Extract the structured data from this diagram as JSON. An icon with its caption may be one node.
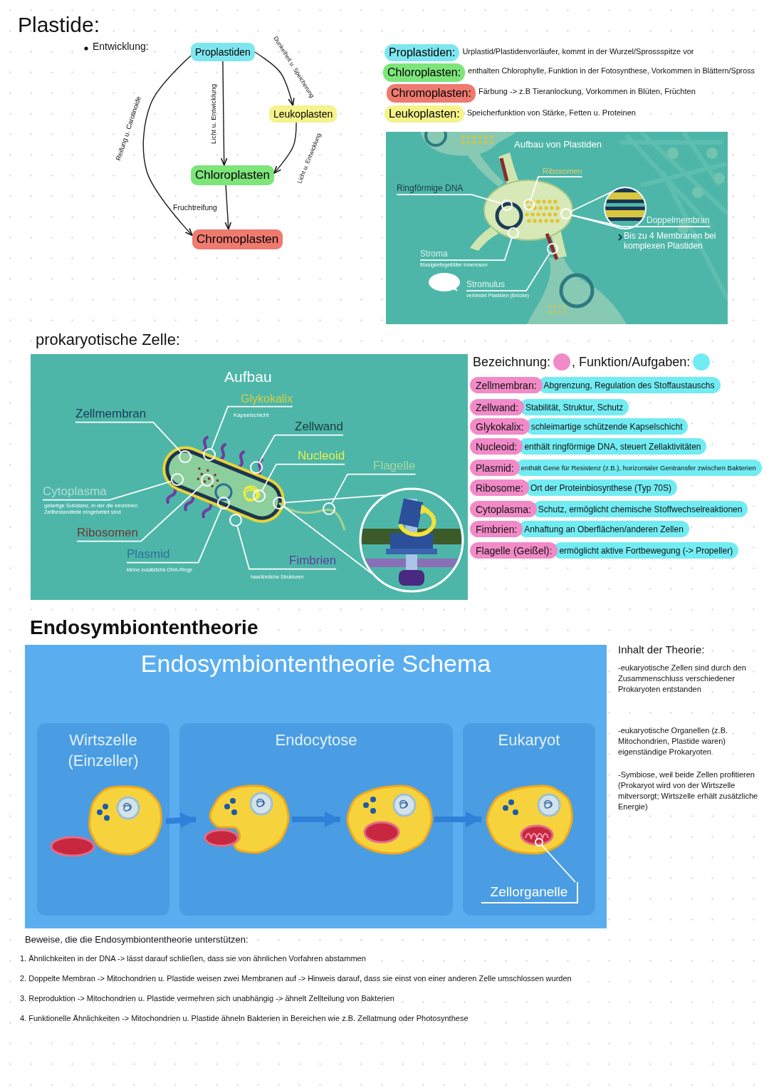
{
  "diagram": {
    "title": "Plastide:",
    "nodes": [
      {
        "text": [
          "Proplastiden"
        ]
      },
      {
        "text": [
          "Leukoplasten"
        ]
      },
      {
        "text": [
          "Chloroplasten"
        ]
      },
      {
        "text": [
          "Chromoplasten"
        ]
      },
      {
        "text": [
          "Proplastiden:"
        ],
        "beside": [
          "Urplastid/Plastidenvorläufer, kommt in der Wurzel/Sprossspitze vor"
        ]
      },
      {
        "text": [
          "Chloroplasten:"
        ],
        "beside": [
          "enthalten Chlorophylle, Funktion in der Fotosynthese, Vorkommen in Blättern/Spross"
        ]
      },
      {
        "text": [
          "Chromoplasten:"
        ],
        "beside": [
          "Färbung -> z.B Tieranlockung, Vorkommen in Blüten, Früchten"
        ]
      },
      {
        "text": [
          "Leukoplasten:"
        ],
        "beside": [
          "Speicherfunktion von Stärke, Fetten u. Proteinen"
        ]
      },
      {
        "text": [
          "Ringförmige DNA"
        ]
      },
      {
        "text": [
          "Ribosomen"
        ]
      },
      {
        "text": [
          "Doppelmembran"
        ],
        "beside": [
          "Bis zu 4 Membranen bei komplexen Plastiden"
        ]
      },
      {
        "text": [
          "Stroma"
        ],
        "beside": [
          "flüssigkeitsgefüllter Innenraum"
        ]
      },
      {
        "text": [
          "Stromulus"
        ],
        "beside": [
          "verbindet Plastiden (Brücke)"
        ]
      },
      {
        "text": [
          "Zellmembran"
        ]
      },
      {
        "text": [
          "Glykokalix"
        ],
        "beside": [
          "Kapselschicht"
        ]
      },
      {
        "text": [
          "Zellwand"
        ]
      },
      {
        "text": [
          "Nucleoid"
        ]
      },
      {
        "text": [
          "Flagelle"
        ]
      },
      {
        "text": [
          "Cytoplasma"
        ],
        "beside": [
          "gelartige Substanz, in der die einzelnen Zellbestandteile eingebettet sind"
        ]
      },
      {
        "text": [
          "Ribosomen"
        ]
      },
      {
        "text": [
          "Plasmid"
        ],
        "beside": [
          "kleine zusätzliche DNA-Ringe"
        ]
      },
      {
        "text": [
          "Fimbrien"
        ],
        "beside": [
          "haarähnliche Strukturen"
        ]
      },
      {
        "text": [
          "Zellmembran:"
        ]
      },
      {
        "text": [
          "Abgrenzung, Regulation des Stoffaustauschs"
        ]
      },
      {
        "text": [
          "Zellwand:"
        ]
      },
      {
        "text": [
          "Stabilität, Struktur, Schutz"
        ]
      },
      {
        "text": [
          "Glykokalix:"
        ]
      },
      {
        "text": [
          "schleimartige schützende Kapselschicht"
        ]
      },
      {
        "text": [
          "Nucleoid:"
        ]
      },
      {
        "text": [
          "enthält ringförmige DNA, steuert Zellaktivitäten"
        ]
      },
      {
        "text": [
          "Plasmid:"
        ]
      },
      {
        "text": [
          "enthält Gene für Resistenz (z.B.), horizontaler Gentransfer zwischen Bakterien"
        ]
      },
      {
        "text": [
          "Ribosome:"
        ]
      },
      {
        "text": [
          "Ort der Proteinbiosynthese (Typ 70S)"
        ]
      },
      {
        "text": [
          "Cytoplasma:"
        ]
      },
      {
        "text": [
          "Schutz, ermöglicht chemische Stoffwechselreaktionen"
        ]
      },
      {
        "text": [
          "Fimbrien:"
        ]
      },
      {
        "text": [
          "Anhaftung an Oberflächen/anderen Zellen"
        ]
      },
      {
        "text": [
          "Flagelle (Geißel):"
        ]
      },
      {
        "text": [
          "ermöglicht aktive Fortbewegung (-> Propeller)"
        ]
      },
      {
        "text": [
          "Endosymbiontentheorie Schema"
        ]
      },
      {
        "text": [
          "Wirtszelle (Einzeller)"
        ],
        "in": 40
      },
      {
        "text": [
          "Endocytose"
        ],
        "in": 40
      },
      {
        "text": [
          "Eukaryot"
        ],
        "in": 40
      },
      {
        "text": [],
        "shape": "picture",
        "in": 41
      },
      {
        "text": [],
        "shape": "picture",
        "in": 42
      },
      {
        "text": [],
        "shape": "picture",
        "in": 42
      },
      {
        "text": [],
        "shape": "picture",
        "in": 43
      },
      {
        "text": [
          "Zellorganelle"
        ],
        "in": 43
      },
      {
        "text": [],
        "shape": "circle"
      },
      {
        "text": [],
        "shape": "circle"
      },
      {
        "text": [],
        "shape": "circle"
      },
      {
        "text": [],
        "shape": "circle"
      },
      {
        "text": [],
        "shape": "circle"
      },
      {
        "text": [],
        "shape": "picture"
      },
      {
        "text": [],
        "shape": "circle"
      },
      {
        "text": [],
        "shape": "circle"
      },
      {
        "text": [],
        "shape": "circle"
      },
      {
        "text": [],
        "shape": "circle"
      },
      {
        "text": [],
        "shape": "circle"
      },
      {
        "text": [],
        "shape": "circle"
      },
      {
        "text": [],
        "shape": "circle"
      },
      {
        "text": [],
        "shape": "circle"
      },
      {
        "text": [],
        "shape": "circle"
      },
      {
        "text": [],
        "shape": "circle"
      },
      {
        "text": [],
        "shape": "picture"
      },
      {
        "text": [],
        "shape": "circle",
        "in": 47
      }
    ],
    "edges": [
      {
        "from": 0,
        "to": 1,
        "arrow": "to",
        "label": "Dunkelheit u. Speicherung",
        "color": "#1a1a1a"
      },
      {
        "from": 0,
        "to": 2,
        "arrow": "to",
        "label": "Licht u. Entwicklung",
        "color": "#1a1a1a"
      },
      {
        "from": 1,
        "to": 2,
        "arrow": "to",
        "label": "Licht u. Entwicklung",
        "color": "#1a1a1a"
      },
      {
        "from": 2,
        "to": 3,
        "arrow": "to",
        "label": "Fruchtreifung",
        "color": "#1a1a1a"
      },
      {
        "from": 0,
        "to": 3,
        "arrow": "to",
        "label": "Reifung u. Carotinoide",
        "color": "#1a1a1a"
      },
      {
        "from": 8,
        "to": 49,
        "arrow": "none"
      },
      {
        "from": 9,
        "to": 50,
        "arrow": "none"
      },
      {
        "from": 10,
        "to": 51,
        "arrow": "none"
      },
      {
        "from": 11,
        "to": 52,
        "arrow": "none"
      },
      {
        "from": 12,
        "to": 53,
        "arrow": "none"
      },
      {
        "from": 13,
        "to": 55,
        "arrow": "none"
      },
      {
        "from": 14,
        "to": 56,
        "arrow": "none"
      },
      {
        "from": 15,
        "to": 57,
        "arrow": "none"
      },
      {
        "from": 16,
        "to": 58,
        "arrow": "none"
      },
      {
        "from": 17,
        "to": 59,
        "arrow": "none"
      },
      {
        "from": 18,
        "to": 60,
        "arrow": "none"
      },
      {
        "from": 19,
        "to": 61,
        "arrow": "none"
      },
      {
        "from": 20,
        "to": 62,
        "arrow": "none"
      },
      {
        "from": 21,
        "to": 63,
        "arrow": "none"
      },
      {
        "from": 44,
        "to": 45,
        "arrow": "to",
        "style": "thick",
        "color": "#2f80d8"
      },
      {
        "from": 45,
        "to": 46,
        "arrow": "to",
        "style": "thick",
        "color": "#2f80d8"
      },
      {
        "from": 46,
        "to": 47,
        "arrow": "to",
        "style": "thick",
        "color": "#2f80d8"
      },
      {
        "from": 48,
        "to": 66,
        "arrow": "none"
      },
      {
        "from": 51,
        "to": 54,
        "arrow": "none"
      },
      {
        "from": 64,
        "to": 65,
        "arrow": "none"
      }
    ],
    "labels": [
      "Entwicklung:",
      "Aufbau von Plastiden",
      "prokaryotische Zelle:",
      "Aufbau",
      "Endosymbiontentheorie",
      "Inhalt der Theorie:",
      "-eukaryotische Zellen sind durch den Zusammenschluss verschiedener Prokaryoten entstanden",
      "-eukaryotische Organellen (z.B. Mitochondrien, Plastide waren) eigenständige Prokaryoten",
      "-Symbiose, weil beide Zellen profitieren (Prokaryot wird von der Wirtszelle mitversorgt; Wirtszelle erhält zusätzliche Energie)",
      "Beweise, die die Endosymbiontentheorie unterstützen:",
      "1. Ähnlichkeiten in der DNA -> lässt darauf schließen, dass sie von ähnlichen Vorfahren abstammen",
      "2. Doppelte Membran -> Mitochondrien u. Plastide weisen zwei Membranen auf -> Hinweis darauf, dass sie einst von einer anderen Zelle umschlossen wurden",
      "3. Reproduktion -> Mitochondrien u. Plastide vermehren sich unabhängig -> ähnelt Zellteilung von Bakterien",
      "4. Funktionelle Ähnlichkeiten -> Mitochondrien u. Plastide ähneln Bakterien in Bereichen wie z.B. Zellatmung oder Photosynthese"
    ],
    "legend": [
      {
        "text": "Bezeichnung:",
        "color": "#f28ac8"
      },
      {
        "text": ", Funktion/Aufgaben:",
        "color": "#72ecf3"
      }
    ]
  }
}
